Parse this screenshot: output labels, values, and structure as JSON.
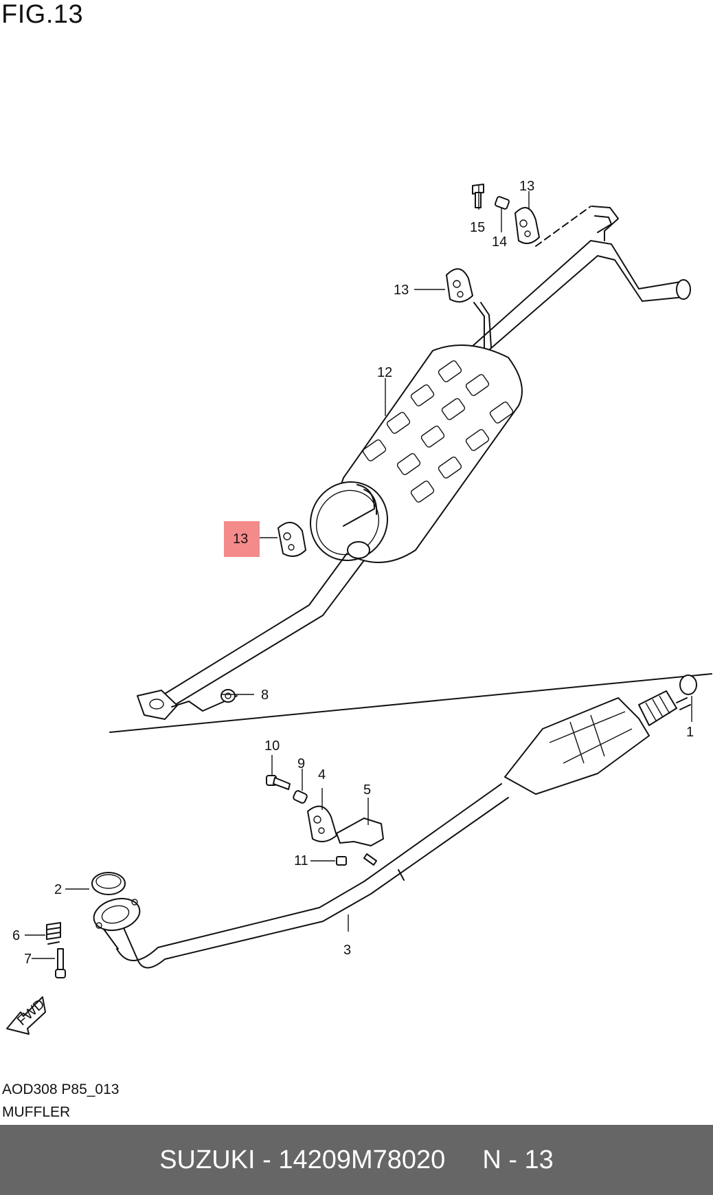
{
  "figure": {
    "title": "FIG.13",
    "code": "AOD308 P85_013",
    "name": "MUFFLER"
  },
  "callouts": [
    {
      "id": "13a",
      "text": "13"
    },
    {
      "id": "15",
      "text": "15"
    },
    {
      "id": "14",
      "text": "14"
    },
    {
      "id": "13b",
      "text": "13"
    },
    {
      "id": "12",
      "text": "12"
    },
    {
      "id": "13c",
      "text": "13",
      "highlighted": true
    },
    {
      "id": "8",
      "text": "8"
    },
    {
      "id": "1",
      "text": "1"
    },
    {
      "id": "10",
      "text": "10"
    },
    {
      "id": "9",
      "text": "9"
    },
    {
      "id": "4",
      "text": "4"
    },
    {
      "id": "5",
      "text": "5"
    },
    {
      "id": "11",
      "text": "11"
    },
    {
      "id": "2",
      "text": "2"
    },
    {
      "id": "6",
      "text": "6"
    },
    {
      "id": "7",
      "text": "7"
    },
    {
      "id": "3",
      "text": "3"
    }
  ],
  "fwd_label": "FWD",
  "highlight_color": "#f58a8a",
  "footer": {
    "part_text": "SUZUKI - 14209M78020",
    "page_text": "N - 13",
    "background": "#666666"
  }
}
